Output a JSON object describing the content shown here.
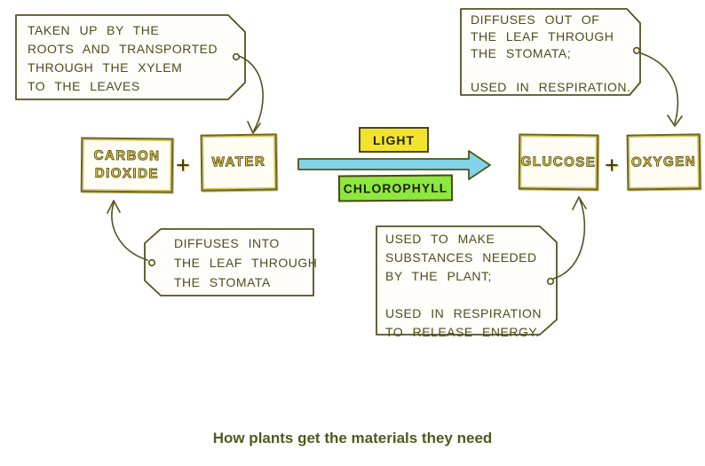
{
  "caption": "How plants get the materials they need",
  "colors": {
    "ink": "#55511f",
    "gold": "#ecd04a",
    "light-fill": "#f2e42c",
    "chloro-fill": "#8ce83e",
    "arrow-fill": "#83d3e9",
    "caption": "#4f5a1f"
  },
  "equation": {
    "carbon_dioxide": {
      "line1": "CARBON",
      "line2": "DIOXIDE"
    },
    "plus_left": "+",
    "water": "WATER",
    "light": "LIGHT",
    "chlorophyll": "CHLOROPHYLL",
    "glucose": "GLUCOSE",
    "plus_right": "+",
    "oxygen": "OXYGEN"
  },
  "callouts": {
    "water_source": {
      "lines": [
        "TAKEN UP BY THE",
        "ROOTS AND TRANSPORTED",
        "THROUGH THE XYLEM",
        "TO THE LEAVES"
      ]
    },
    "oxygen_fate": {
      "lines": [
        "DIFFUSES OUT OF",
        "THE LEAF THROUGH",
        "THE STOMATA;",
        "",
        "USED IN RESPIRATION."
      ]
    },
    "carbon_dioxide_source": {
      "lines": [
        "DIFFUSES INTO",
        "THE LEAF THROUGH",
        "THE STOMATA"
      ]
    },
    "glucose_fate": {
      "lines": [
        "USED TO MAKE",
        "SUBSTANCES NEEDED",
        "BY THE PLANT;",
        "",
        "USED IN RESPIRATION",
        "TO RELEASE ENERGY."
      ]
    }
  }
}
